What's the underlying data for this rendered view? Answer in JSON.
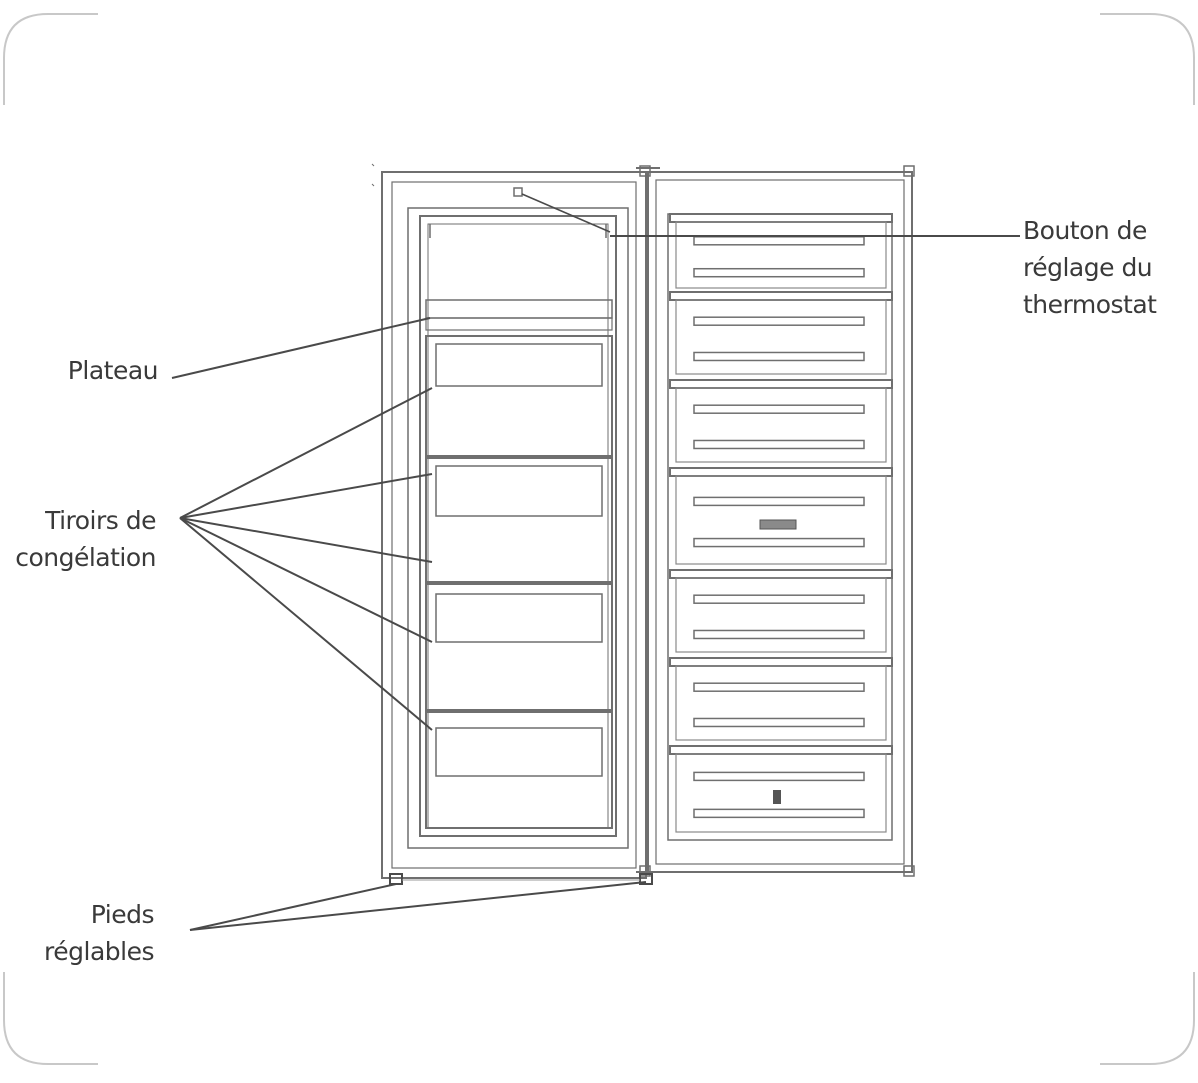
{
  "labels": {
    "thermostat": {
      "lines": [
        "Bouton de",
        "réglage du",
        "thermostat"
      ]
    },
    "plateau": {
      "lines": [
        "Plateau"
      ]
    },
    "tiroirs": {
      "lines": [
        "Tiroirs de",
        "congélation"
      ]
    },
    "pieds": {
      "lines": [
        "Pieds",
        "réglables"
      ]
    }
  },
  "colors": {
    "line": "#6f6f6f",
    "leader": "#4a4a4a",
    "frame": "#c8c8c8",
    "text": "#3a3a3a"
  }
}
